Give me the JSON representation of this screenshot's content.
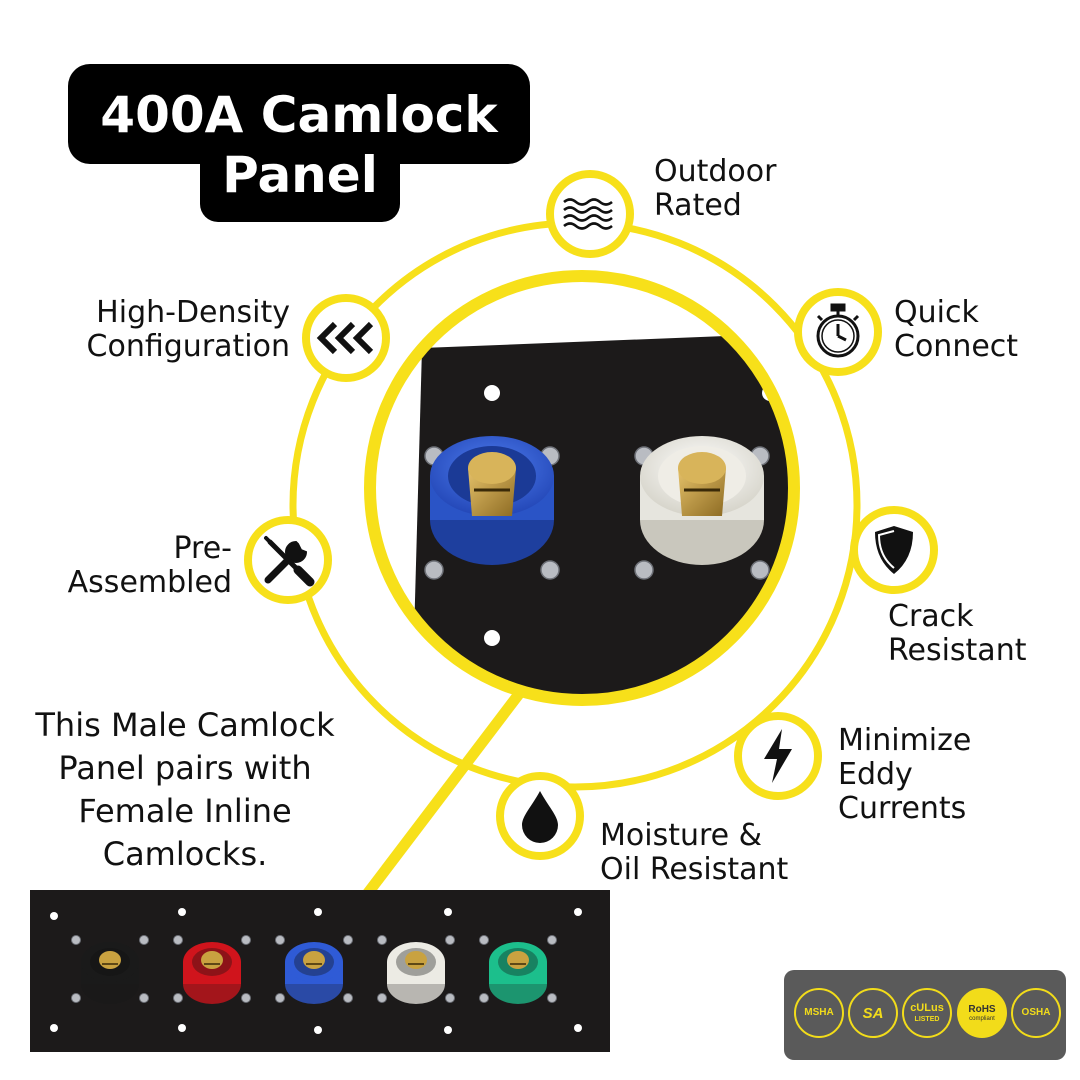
{
  "title": {
    "line1": "400A Camlock",
    "line2": "Panel"
  },
  "features": [
    {
      "line1": "Outdoor",
      "line2": "Rated",
      "icon": "waves-icon"
    },
    {
      "line1": "Quick",
      "line2": "Connect",
      "icon": "stopwatch-icon"
    },
    {
      "line1": "Crack",
      "line2": "Resistant",
      "icon": "shield-icon"
    },
    {
      "line1": "Minimize",
      "line2": "Eddy",
      "line3": "Currents",
      "icon": "lightning-icon"
    },
    {
      "line1": "Moisture &",
      "line2": "Oil Resistant",
      "icon": "droplet-icon"
    },
    {
      "line1": "Pre-",
      "line2": "Assembled",
      "icon": "tools-icon"
    },
    {
      "line1": "High-Density",
      "line2": "Configuration",
      "icon": "chevrons-left-icon"
    }
  ],
  "pairing_note": {
    "line1": "This Male Camlock",
    "line2": "Panel pairs with",
    "line3": "Female Inline",
    "line4": "Camlocks."
  },
  "certifications": [
    {
      "name": "MSHA",
      "sub": ""
    },
    {
      "name": "SA",
      "sub": ""
    },
    {
      "name": "cULus",
      "sub": "LISTED"
    },
    {
      "name": "RoHS",
      "sub": "compliant"
    },
    {
      "name": "OSHA",
      "sub": ""
    }
  ],
  "colors": {
    "accent": "#f7e01a",
    "panel": "#1c1a1a",
    "connector_black": "#1a1a1a",
    "connector_red": "#d0141c",
    "connector_blue": "#2f5bd6",
    "connector_white": "#ecebe4",
    "connector_green": "#1cbf8c",
    "brass": "#c9a240"
  },
  "connectors": [
    "black",
    "red",
    "blue",
    "white",
    "green"
  ]
}
